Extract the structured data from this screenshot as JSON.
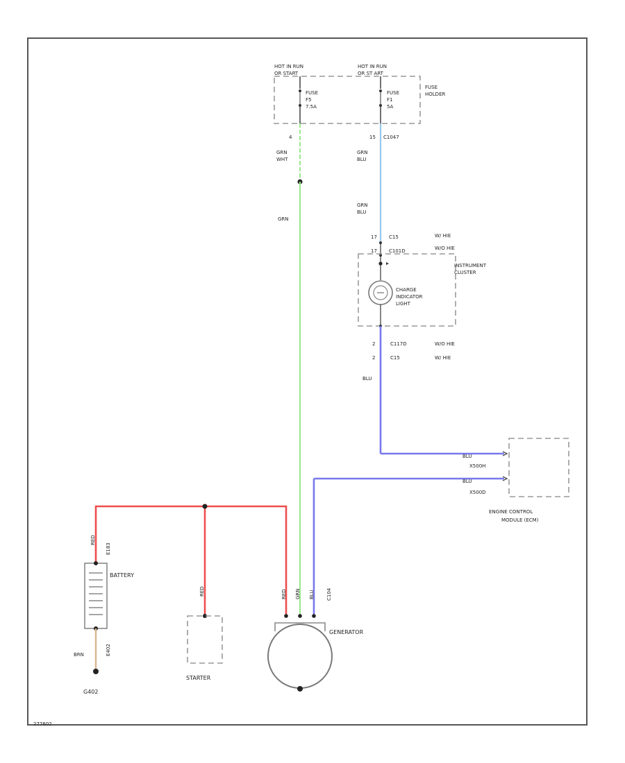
{
  "fuse_box": {
    "left_header_line1": "HOT IN RUN",
    "left_header_line2": "OR START",
    "right_header_line1": "HOT IN RUN",
    "right_header_line2": "OR ST ART",
    "left_fuse_line1": "FUSE",
    "left_fuse_line2": "F5",
    "left_fuse_line3": "7.5A",
    "right_fuse_line1": "FUSE",
    "right_fuse_line2": "F1",
    "right_fuse_line3": "5A",
    "label_line1": "FUSE",
    "label_line2": "HOLDER",
    "left_pin": "4",
    "right_pin": "15",
    "right_pin_connector": "C1047"
  },
  "wires": {
    "left_upper_color_1": "GRN",
    "left_upper_color_2": "WHT",
    "left_lower_color": "GRN",
    "right_upper_color_1": "GRN",
    "right_upper_color_2": "BLU",
    "right_mid_color_1": "GRN",
    "right_mid_color_2": "BLU",
    "cluster_out_color": "BLU",
    "ecm_upper_color": "BLU",
    "ecm_lower_color": "BLU",
    "battery_top_color": "RED",
    "battery_ground_color": "BRN",
    "starter_color": "RED",
    "gen_red_color": "RED",
    "gen_grn_color": "GRN",
    "gen_blu_color": "BLU",
    "gen_connector": "C104"
  },
  "instrument_cluster": {
    "pin_top_1": "17",
    "pin_top_1_conn": "C15",
    "pin_top_1_model": "W/ HIE",
    "pin_top_2": "17",
    "pin_top_2_conn": "C101D",
    "pin_top_2_model": "W/O HIE",
    "label_line1": "INSTRUMENT",
    "label_line2": "CLUSTER",
    "light_line1": "CHARGE",
    "light_line2": "INDICATOR",
    "light_line3": "LIGHT",
    "pin_bot_1": "2",
    "pin_bot_1_conn": "C117D",
    "pin_bot_1_model": "W/O HIE",
    "pin_bot_2": "2",
    "pin_bot_2_conn": "C15",
    "pin_bot_2_model": "W/ HIE"
  },
  "ecm": {
    "pin_upper_conn": "X500H",
    "pin_lower_conn": "X500D",
    "label_line1": "ENGINE CONTROL",
    "label_line2": "MODULE (ECM)"
  },
  "battery": {
    "label": "BATTERY",
    "top_connector": "E183",
    "bottom_connector": "E402"
  },
  "ground": {
    "label": "G402"
  },
  "starter": {
    "label": "STARTER"
  },
  "generator": {
    "label": "GENERATOR"
  },
  "footer": {
    "code": "277602"
  },
  "colors": {
    "red_wire": "#ee4d4d",
    "green_wire": "#9de88f",
    "blue_wire": "#7878ee",
    "light_blue_wire": "#98c8e8",
    "brown_wire": "#d8b48a",
    "border": "#555555",
    "dashed": "#999999"
  }
}
